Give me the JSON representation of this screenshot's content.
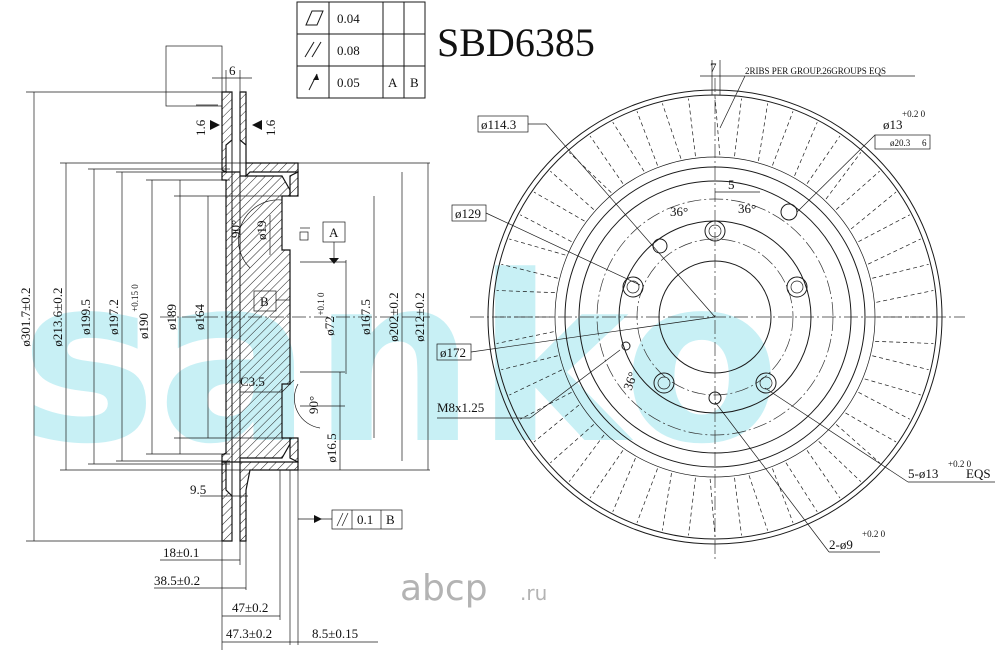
{
  "title": "SBD6385",
  "watermark": {
    "brand": "sanko",
    "site_main": "abcp",
    "site_tld": ".ru",
    "color": "#bfeef4"
  },
  "tolerance_table": {
    "rows": [
      {
        "symbol": "flatness-icon",
        "value": "0.04",
        "ref1": "",
        "ref2": ""
      },
      {
        "symbol": "parallelism-icon",
        "value": "0.08",
        "ref1": "",
        "ref2": ""
      },
      {
        "symbol": "runout-icon",
        "value": "0.05",
        "ref1": "A",
        "ref2": "B"
      }
    ]
  },
  "side_view": {
    "top_width": "6",
    "chamfer_left": "1.6",
    "chamfer_right": "1.6",
    "vertical_dims": [
      "ø301.7±0.2",
      "ø213.6±0.2",
      "ø199.5",
      "ø197.2",
      "ø190",
      "ø189",
      "ø164",
      "ø72",
      "ø167.5",
      "ø202±0.2",
      "ø212±0.2"
    ],
    "tol_190": "+0.15 0",
    "tol_72": "+0.1 0",
    "angle_top": "90°",
    "hole_19": "ø19",
    "datum_a": "A",
    "datum_b": "B",
    "chamfer_label": "C3.5",
    "angle_bottom": "90°",
    "hole_16": "ø16.5",
    "dim_9_5": "9.5",
    "parallel_value": "0.1",
    "parallel_ref": "B",
    "horizontal_dims": [
      "18±0.1",
      "38.5±0.2",
      "47±0.2",
      "47.3±0.2",
      "8.5±0.15"
    ]
  },
  "front_view": {
    "rib_width": "7",
    "rib_note": "2RIBS PER GROUP.26GROUPS EQS",
    "d114": "ø114.3",
    "d13": "ø13",
    "d13_tol": "+0.2 0",
    "counterbore": "ø20.3",
    "counterbore_depth": "6",
    "dim5": "5",
    "angle1": "36°",
    "angle2": "36°",
    "angle3": "36°",
    "d129": "ø129",
    "d172": "ø172",
    "thread": "M8x1.25",
    "holes5": "5-ø13",
    "holes5_tol": "+0.2 0",
    "holes5_suffix": "EQS",
    "holes2": "2-ø9",
    "holes2_tol": "+0.2 0"
  }
}
